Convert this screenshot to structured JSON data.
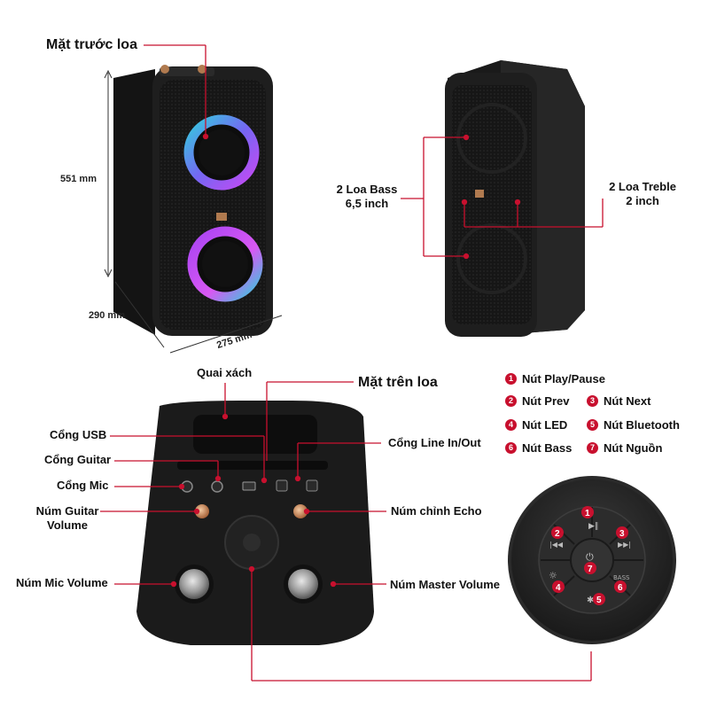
{
  "labels": {
    "front": "Mặt trước loa",
    "height": "551 mm",
    "depth": "290 mm",
    "width": "275 mm",
    "bass": "2 Loa Bass\n6,5 inch",
    "bass_l1": "2 Loa Bass",
    "bass_l2": "6,5 inch",
    "treble_l1": "2 Loa Treble",
    "treble_l2": "2 inch",
    "handle": "Quai xách",
    "top": "Mặt trên loa",
    "usb": "Cổng USB",
    "guitar": "Cổng Guitar",
    "mic": "Cổng Mic",
    "guitar_vol_l1": "Núm Guitar",
    "guitar_vol_l2": "Volume",
    "mic_vol": "Núm Mic Volume",
    "line": "Cổng Line In/Out",
    "echo": "Núm chỉnh Echo",
    "master": "Núm Master Volume"
  },
  "legend": [
    {
      "num": "1",
      "text": "Nút Play/Pause"
    },
    {
      "num": "2",
      "text": "Nút Prev"
    },
    {
      "num": "3",
      "text": "Nút Next"
    },
    {
      "num": "4",
      "text": "Nút LED"
    },
    {
      "num": "5",
      "text": "Nút Bluetooth"
    },
    {
      "num": "6",
      "text": "Nút Bass"
    },
    {
      "num": "7",
      "text": "Nút Nguồn"
    }
  ],
  "panel": {
    "bass_text": "BASS",
    "nums": [
      "1",
      "2",
      "3",
      "4",
      "5",
      "6",
      "7"
    ]
  },
  "colors": {
    "accent": "#c8102e",
    "speaker_body": "#1c1c1c",
    "ring_cyan": "#35d6e8",
    "ring_purple": "#b046ff"
  }
}
